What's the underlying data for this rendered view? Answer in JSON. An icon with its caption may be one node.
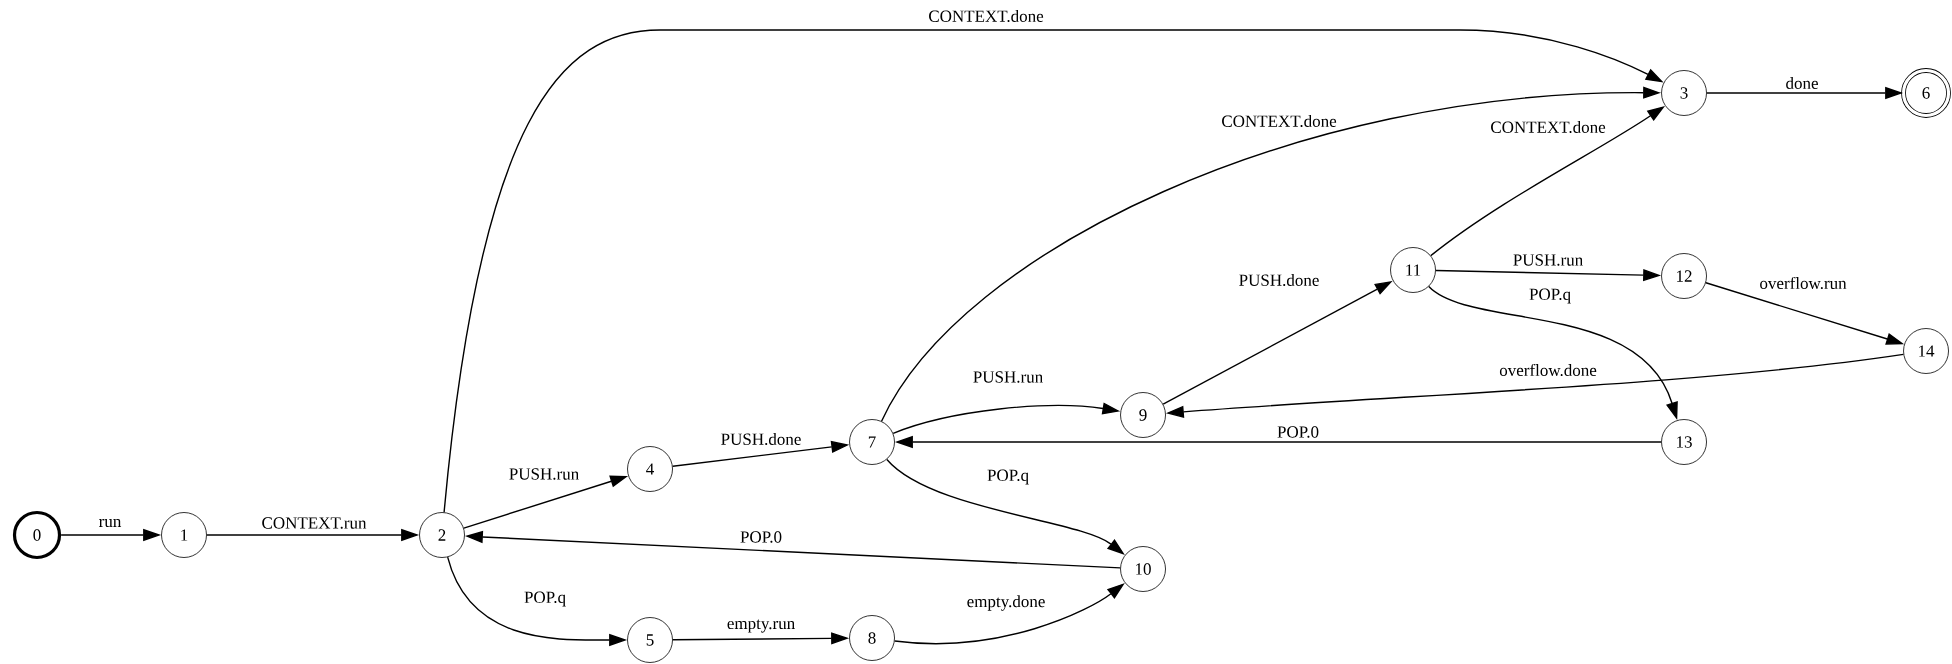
{
  "diagram": {
    "nodes": [
      {
        "text": [
          "0"
        ]
      },
      {
        "text": [
          "1"
        ]
      },
      {
        "text": [
          "2"
        ]
      },
      {
        "text": [
          "3"
        ]
      },
      {
        "text": [
          "4"
        ]
      },
      {
        "text": [
          "5"
        ]
      },
      {
        "text": [
          "6"
        ]
      },
      {
        "text": [
          "7"
        ]
      },
      {
        "text": [
          "8"
        ]
      },
      {
        "text": [
          "9"
        ]
      },
      {
        "text": [
          "10"
        ]
      },
      {
        "text": [
          "11"
        ]
      },
      {
        "text": [
          "12"
        ]
      },
      {
        "text": [
          "13"
        ]
      },
      {
        "text": [
          "14"
        ]
      }
    ],
    "edges": [
      {
        "from": 0,
        "to": 1,
        "arrow": "to",
        "label": "run"
      },
      {
        "from": 1,
        "to": 2,
        "arrow": "to",
        "label": "CONTEXT.run"
      },
      {
        "from": 2,
        "to": 3,
        "arrow": "to",
        "label": "CONTEXT.done"
      },
      {
        "from": 2,
        "to": 4,
        "arrow": "to",
        "label": "PUSH.run"
      },
      {
        "from": 2,
        "to": 5,
        "arrow": "to",
        "label": "POP.q"
      },
      {
        "from": 4,
        "to": 7,
        "arrow": "to",
        "label": "PUSH.done"
      },
      {
        "from": 5,
        "to": 8,
        "arrow": "to",
        "label": "empty.run"
      },
      {
        "from": 8,
        "to": 10,
        "arrow": "to",
        "label": "empty.done"
      },
      {
        "from": 7,
        "to": 9,
        "arrow": "to",
        "label": "PUSH.run"
      },
      {
        "from": 7,
        "to": 10,
        "arrow": "to",
        "label": "POP.q"
      },
      {
        "from": 10,
        "to": 2,
        "arrow": "to",
        "label": "POP.0"
      },
      {
        "from": 7,
        "to": 3,
        "arrow": "to",
        "label": "CONTEXT.done"
      },
      {
        "from": 9,
        "to": 11,
        "arrow": "to",
        "label": "PUSH.done"
      },
      {
        "from": 11,
        "to": 3,
        "arrow": "to",
        "label": "CONTEXT.done"
      },
      {
        "from": 11,
        "to": 12,
        "arrow": "to",
        "label": "PUSH.run"
      },
      {
        "from": 11,
        "to": 13,
        "arrow": "to",
        "label": "POP.q"
      },
      {
        "from": 12,
        "to": 14,
        "arrow": "to",
        "label": "overflow.run"
      },
      {
        "from": 14,
        "to": 9,
        "arrow": "to",
        "label": "overflow.done"
      },
      {
        "from": 13,
        "to": 7,
        "arrow": "to",
        "label": "POP.0"
      },
      {
        "from": 3,
        "to": 6,
        "arrow": "to",
        "label": "done"
      }
    ]
  }
}
